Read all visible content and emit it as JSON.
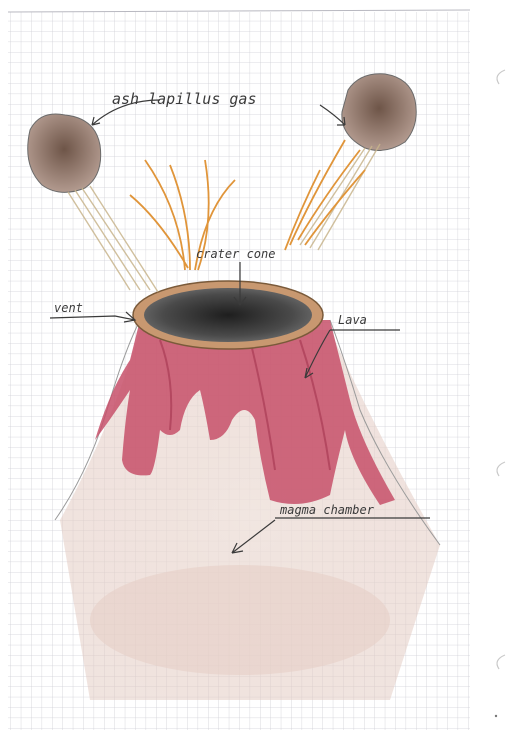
{
  "drawing": {
    "labels": {
      "ash_lapillus_gas": "ash lapillus gas",
      "crater_cone": "crater cone",
      "vent": "vent",
      "lava": "Lava",
      "magma_chamber": "magma chamber"
    },
    "colors": {
      "paper": "#ffffff",
      "grid": "#cfcfd6",
      "lava": "#c7506a",
      "lava_dark": "#a3334e",
      "crater": "#2f2f2f",
      "crater_rim": "#b07a4c",
      "ash_cloud": "#8a6f62",
      "gas_streaks": "#e0953a",
      "ground": "#e2c9c0",
      "pencil": "#3a3a3a"
    }
  }
}
